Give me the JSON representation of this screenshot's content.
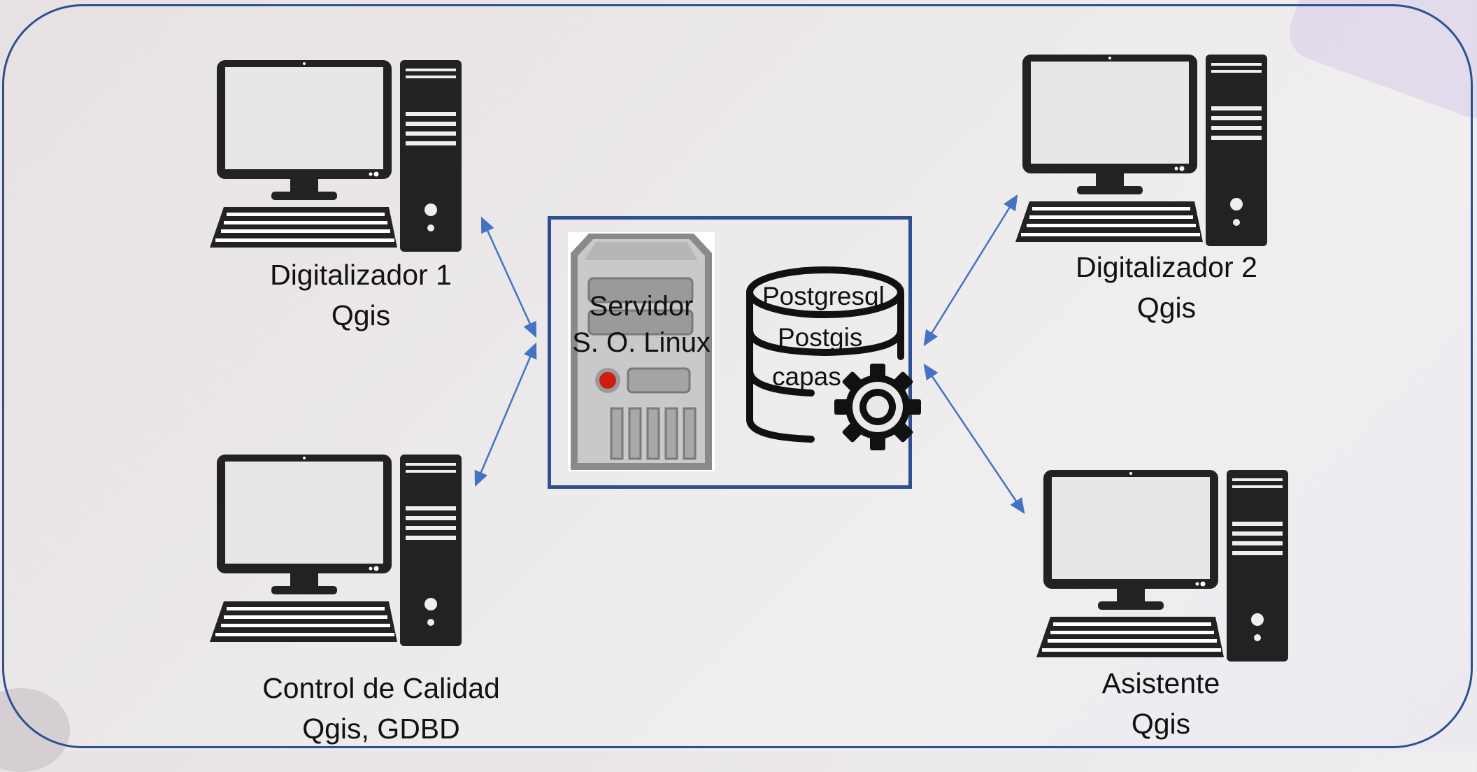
{
  "workstations": {
    "digitalizador1": {
      "name": "Digitalizador 1",
      "app": "Qgis"
    },
    "digitalizador2": {
      "name": "Digitalizador 2",
      "app": "Qgis"
    },
    "control": {
      "name": "Control de Calidad",
      "app": "Qgis, GDBD"
    },
    "asistente": {
      "name": "Asistente",
      "app": "Qgis"
    }
  },
  "server": {
    "line1": "Servidor",
    "line2": "S. O.  Linux"
  },
  "database": {
    "engine": "Postgresql",
    "extension": "Postgis",
    "content": "capas"
  },
  "colors": {
    "frame": "#2f4f8f",
    "arrow": "#4472c4",
    "icon": "#222222"
  }
}
